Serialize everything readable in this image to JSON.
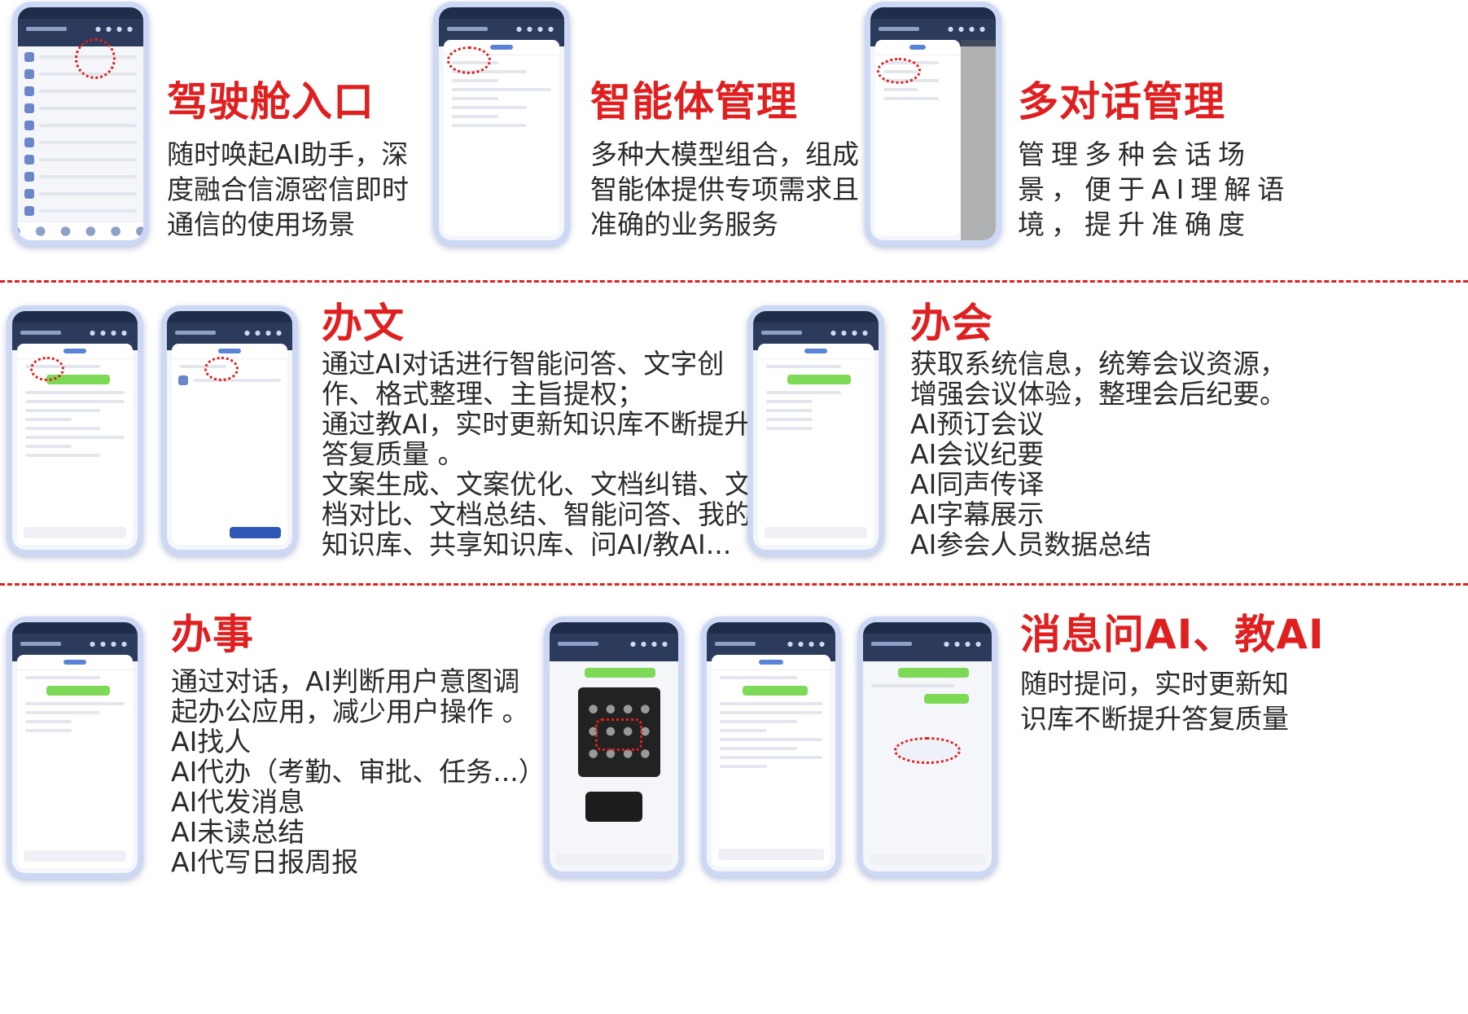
{
  "sections": [
    {
      "id": "cockpit",
      "title": "驾驶舱入口",
      "desc": [
        "随时唤起AI助手，深",
        "度融合信源密信即时",
        "通信的使用场景"
      ]
    },
    {
      "id": "agent",
      "title": "智能体管理",
      "desc": [
        "多种大模型组合，组成",
        "智能体提供专项需求且",
        "准确的业务服务"
      ]
    },
    {
      "id": "multi-chat",
      "title": "多对话管理",
      "desc": [
        "管理多种会话场",
        "景，便于AI理解语",
        "境，提升准确度"
      ]
    },
    {
      "id": "doc",
      "title": "办文",
      "desc": [
        "通过AI对话进行智能问答、文字创",
        "作、格式整理、主旨提权；",
        "通过教AI，实时更新知识库不断提升",
        "答复质量 。",
        "文案生成、文案优化、文档纠错、文",
        "档对比、文档总结、智能问答、我的",
        "知识库、共享知识库、问AI/教AI..."
      ]
    },
    {
      "id": "meeting",
      "title": "办会",
      "desc": [
        "获取系统信息，统筹会议资源，",
        "增强会议体验，整理会后纪要。",
        "AI预订会议",
        "AI会议纪要",
        "AI同声传译",
        "AI字幕展示",
        "AI参会人员数据总结"
      ]
    },
    {
      "id": "affairs",
      "title": "办事",
      "desc": [
        "通过对话，AI判断用户意图调",
        "起办公应用，减少用户操作 。",
        "AI找人",
        "AI代办（考勤、审批、任务...）",
        "AI代发消息",
        "AI未读总结",
        "AI代写日报周报"
      ]
    },
    {
      "id": "ask-teach",
      "title": "消息问AI、教AI",
      "desc": [
        "随时提问，实时更新知",
        "识库不断提升答复质量"
      ]
    }
  ],
  "colors": {
    "accent": "#e02020",
    "phone_frame": "#cdd8f4",
    "app_header": "#2c3b5c"
  }
}
